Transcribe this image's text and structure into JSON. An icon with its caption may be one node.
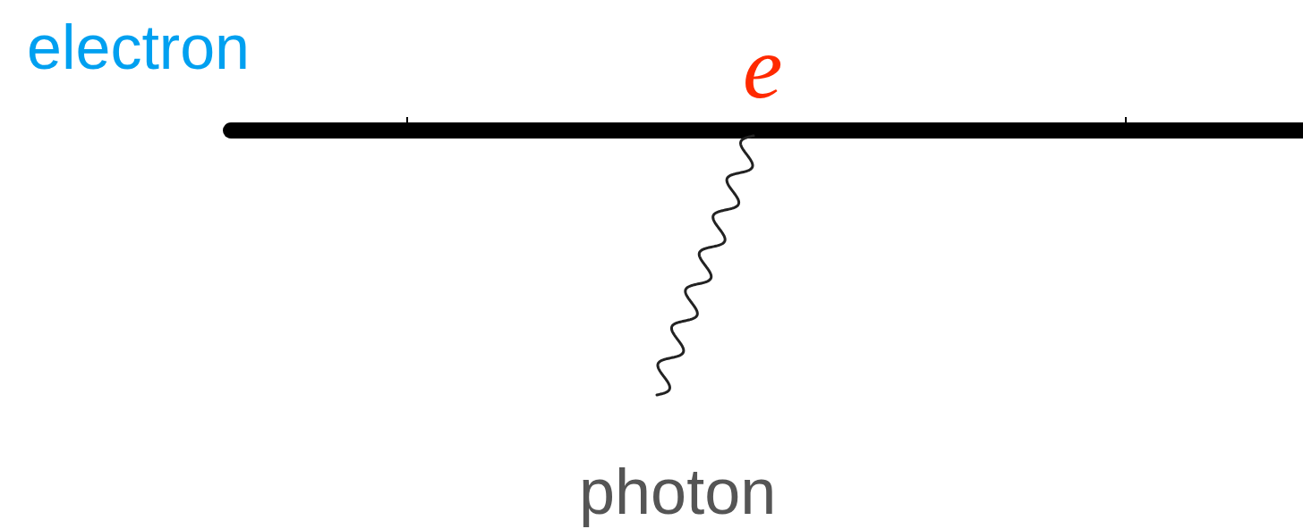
{
  "diagram": {
    "labels": [
      "electron",
      "e",
      "photon"
    ]
  }
}
